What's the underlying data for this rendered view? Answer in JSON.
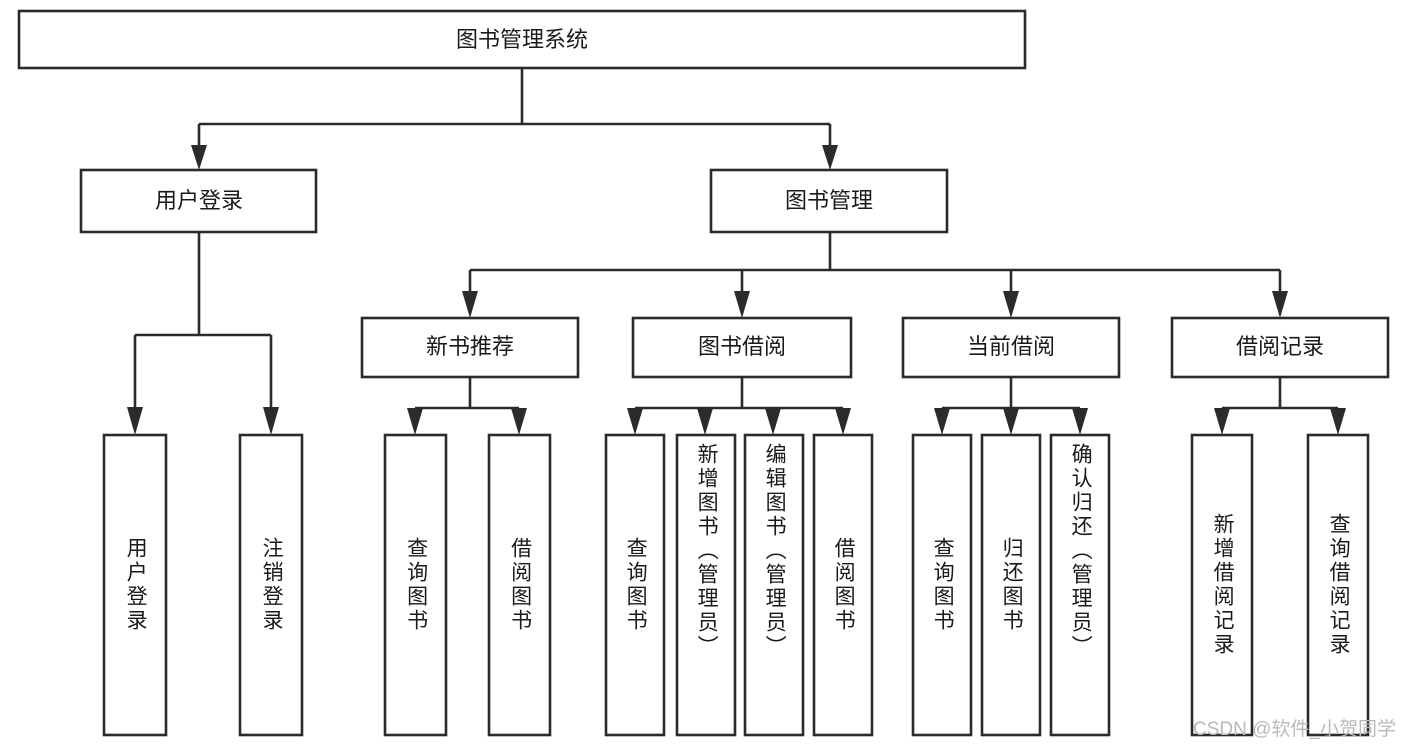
{
  "diagram": {
    "type": "tree-hierarchy-functional-decomposition",
    "title": "图书管理系统",
    "root": {
      "id": "root",
      "label": "图书管理系统",
      "level": 0
    },
    "level2": [
      {
        "id": "user-login",
        "label": "用户登录",
        "level": 1
      },
      {
        "id": "book-management",
        "label": "图书管理",
        "level": 1
      }
    ],
    "level3": [
      {
        "id": "new-book-recommend",
        "label": "新书推荐",
        "level": 2,
        "parent": "book-management"
      },
      {
        "id": "book-borrow",
        "label": "图书借阅",
        "level": 2,
        "parent": "book-management"
      },
      {
        "id": "current-borrow",
        "label": "当前借阅",
        "level": 2,
        "parent": "book-management"
      },
      {
        "id": "borrow-record",
        "label": "借阅记录",
        "level": 2,
        "parent": "book-management"
      }
    ],
    "leaves": [
      {
        "id": "leaf-user-login",
        "label": "用户登录",
        "parent": "user-login"
      },
      {
        "id": "leaf-logout-login",
        "label": "注销登录",
        "parent": "user-login"
      },
      {
        "id": "leaf-query-book-1",
        "label": "查询图书",
        "parent": "new-book-recommend"
      },
      {
        "id": "leaf-borrow-book-1",
        "label": "借阅图书",
        "parent": "new-book-recommend"
      },
      {
        "id": "leaf-query-book-2",
        "label": "查询图书",
        "parent": "book-borrow"
      },
      {
        "id": "leaf-add-book",
        "label": "新增图书（管理员）",
        "parent": "book-borrow"
      },
      {
        "id": "leaf-edit-book",
        "label": "编辑图书（管理员）",
        "parent": "book-borrow"
      },
      {
        "id": "leaf-borrow-book-2",
        "label": "借阅图书",
        "parent": "book-borrow"
      },
      {
        "id": "leaf-query-book-3",
        "label": "查询图书",
        "parent": "current-borrow"
      },
      {
        "id": "leaf-return-book",
        "label": "归还图书",
        "parent": "current-borrow"
      },
      {
        "id": "leaf-confirm-return",
        "label": "确认归还（管理员）",
        "parent": "current-borrow"
      },
      {
        "id": "leaf-add-record",
        "label": "新增借阅记录",
        "parent": "borrow-record"
      },
      {
        "id": "leaf-query-record",
        "label": "查询借阅记录",
        "parent": "borrow-record"
      }
    ]
  },
  "watermark": {
    "text": "CSDN @软件_小贺同学"
  },
  "colors": {
    "stroke": "#2b2b2b",
    "fill": "#ffffff",
    "text": "#1a1a1a",
    "watermark": "#b9b9b9",
    "background": "#ffffff"
  }
}
